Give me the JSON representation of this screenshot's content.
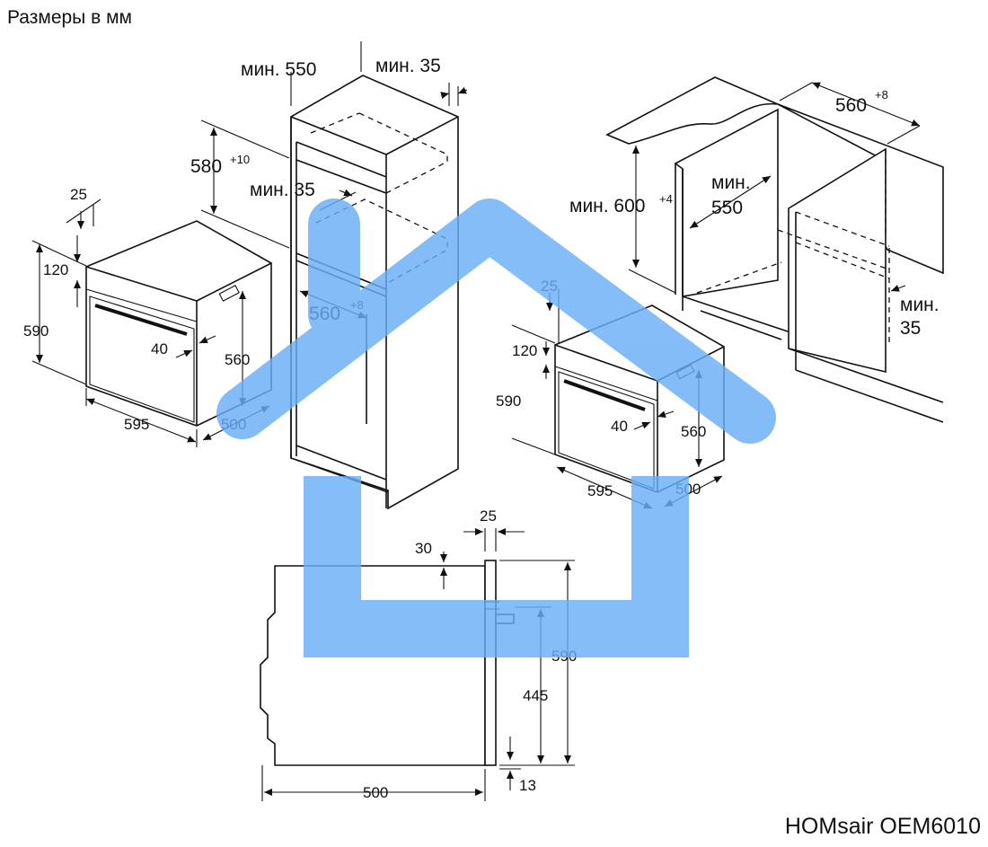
{
  "title": "Размеры в мм",
  "brand": "HOMsair OEM6010",
  "colors": {
    "watermark": "#6aaef7",
    "line": "#111111"
  },
  "oven_left": {
    "depth_25": "25",
    "h_120": "120",
    "h_590": "590",
    "gap_40": "40",
    "h_560": "560",
    "w_595": "595",
    "d_500": "500"
  },
  "cabinet_tall": {
    "min_550": "мин. 550",
    "min_35_top": "мин. 35",
    "h_580": "580",
    "h_580_sup": "+10",
    "min_35_mid": "мин. 35",
    "w_560": "560",
    "w_560_sup": "+8"
  },
  "cabinet_under": {
    "w_560": "560",
    "w_560_sup": "+8",
    "min_600": "мин. 600",
    "min_600_sup": "+4",
    "min_550_line1": "мин.",
    "min_550_line2": "550",
    "min_35_line1": "мин.",
    "min_35_line2": "35"
  },
  "oven_right": {
    "depth_25": "25",
    "h_120": "120",
    "h_590": "590",
    "gap_40": "40",
    "h_560": "560",
    "w_595": "595",
    "d_500": "500"
  },
  "side_view": {
    "t_25": "25",
    "t_30": "30",
    "h_590": "590",
    "h_445": "445",
    "b_13": "13",
    "d_500": "500"
  }
}
